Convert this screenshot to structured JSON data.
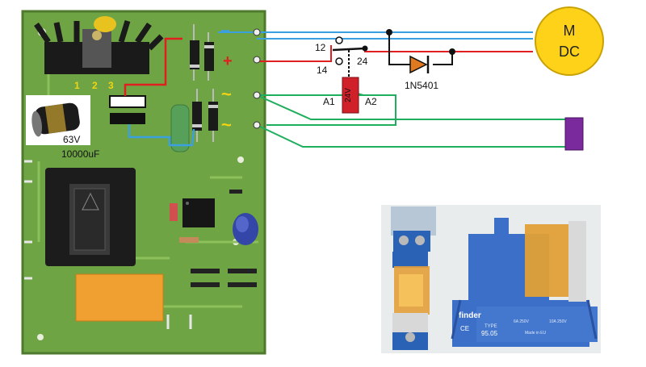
{
  "pcb": {
    "pin_labels": [
      "1",
      "2",
      "3"
    ],
    "polarity": {
      "minus": "−",
      "plus": "+",
      "ac1": "~",
      "ac2": "~"
    }
  },
  "capacitor": {
    "voltage": "63V",
    "capacitance": "10000uF"
  },
  "relay_switch": {
    "pin_nc": "12",
    "pin_no": "14",
    "pin_com": "24"
  },
  "relay_coil": {
    "label": "24V",
    "pin_a1": "A1",
    "pin_a2": "A2"
  },
  "diode": {
    "label": "1N5401"
  },
  "motor": {
    "line1": "M",
    "line2": "DC"
  },
  "relay_photo": {
    "brand": "finder",
    "type_label": "TYPE",
    "type_number": "95.05",
    "ce_mark": "CE",
    "rating_a": "6A 250V",
    "rating_b": "10A 250V",
    "country": "Made in EU"
  },
  "colors": {
    "wire_red": "#e02020",
    "wire_blue": "#3aa0e0",
    "wire_green": "#1fae5c",
    "motor_fill": "#ffd21a",
    "coil_fill": "#d0202a",
    "diode_fill": "#e07a20",
    "solenoid_fill": "#7a2a9c",
    "pcb_green": "#6fa444",
    "label_yellow": "#f2d313"
  }
}
